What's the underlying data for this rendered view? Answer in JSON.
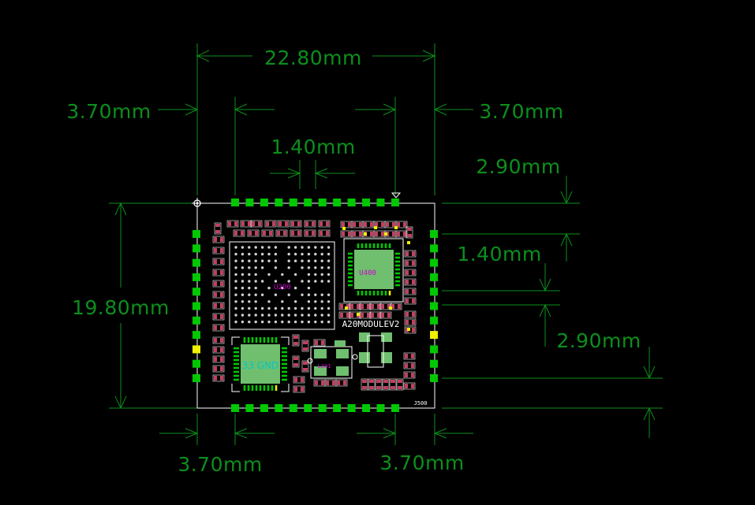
{
  "dimensions": {
    "width_top": "22.80mm",
    "left_top": "3.70mm",
    "right_top": "3.70mm",
    "pitch_mid": "1.40mm",
    "right_upper": "2.90mm",
    "right_mid": "1.40mm",
    "right_lower": "2.90mm",
    "height_left": "19.80mm",
    "bottom_left": "3.70mm",
    "bottom_right": "3.70mm"
  },
  "labels": {
    "board_name": "A20MODULEV2",
    "cpu_ref": "U200",
    "pmic_ref": "U400",
    "connector_ref": "J500",
    "pmu_net": "33 GND",
    "inductor_ref": "L301"
  },
  "colors": {
    "background": "#000000",
    "dimension": "#0c8f1c",
    "pad": "#00c800",
    "pad_square": "#f0f000",
    "silkscreen": "#ffffff",
    "reference": "#d000d0",
    "component_body": "#6fbf6f",
    "smd_pad": "#c04060"
  }
}
